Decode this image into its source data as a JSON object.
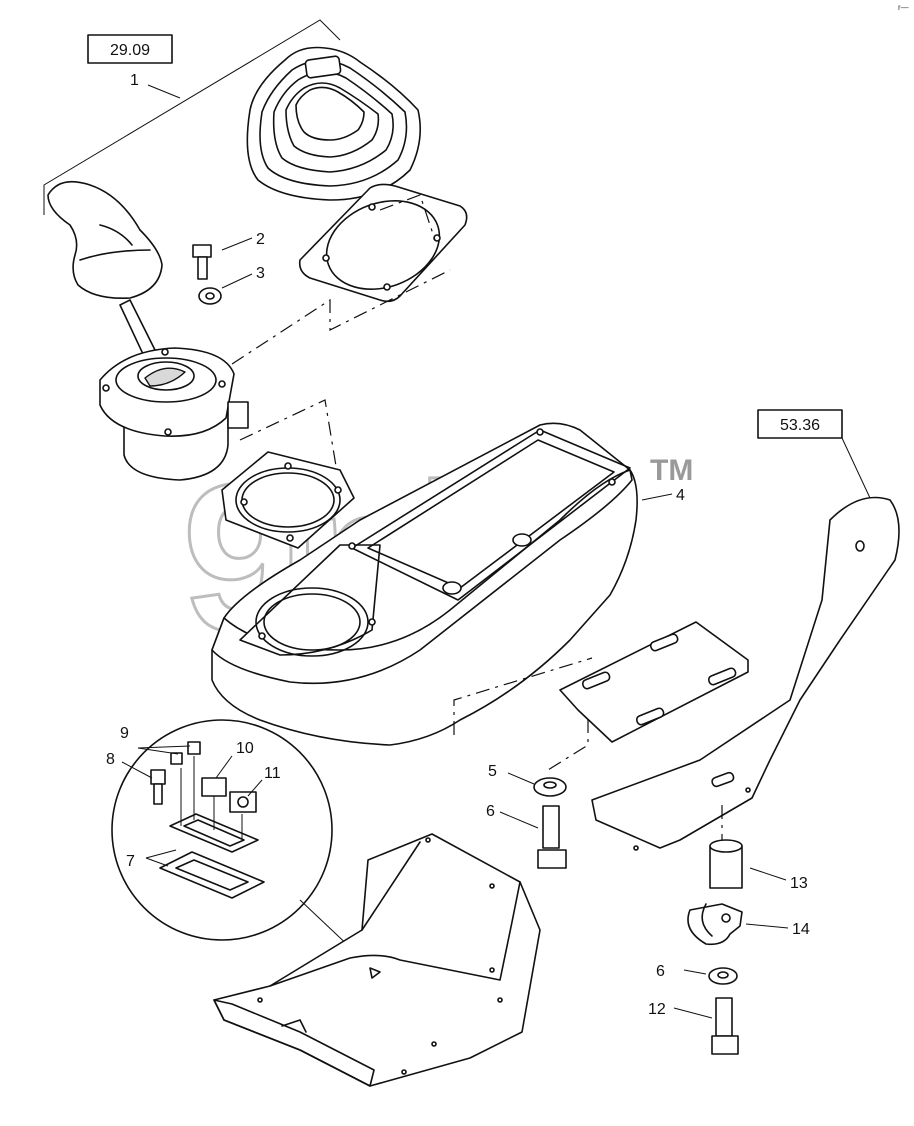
{
  "watermark": {
    "text": "9nlp",
    "tm": "TM"
  },
  "corner_mark": "r—",
  "ref_boxes": [
    {
      "id": "ref-29-09",
      "text": "29.09"
    },
    {
      "id": "ref-53-36",
      "text": "53.36"
    }
  ],
  "callouts": [
    "1",
    "2",
    "3",
    "4",
    "5",
    "6",
    "7",
    "8",
    "9",
    "10",
    "11",
    "12",
    "13",
    "14",
    "6"
  ]
}
